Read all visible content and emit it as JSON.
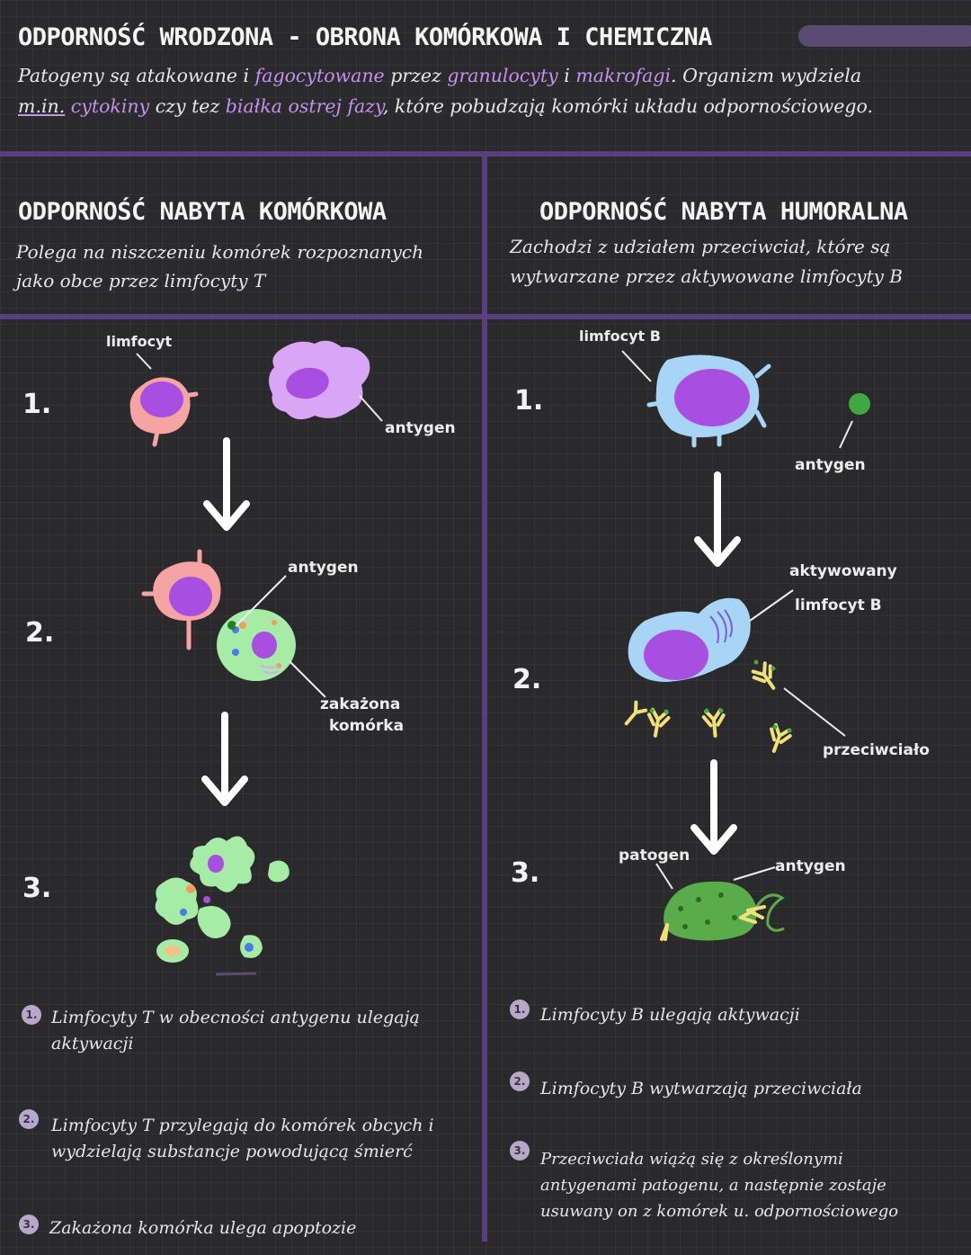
{
  "header": {
    "title": "ODPORNOŚĆ WRODZONA - OBRONA KOMÓRKOWA I CHEMICZNA",
    "line1": {
      "t1": "Patogeny są atakowane i ",
      "h1": "fagocytowane",
      "t2": " przez ",
      "h2": "granulocyty",
      "t3": " i ",
      "h3": "makrofagi",
      "t4": ". Organizm wydziela"
    },
    "line2": {
      "abbr": "m.in.",
      "t1": " ",
      "h1": "cytokiny",
      "t2": " czy tez ",
      "h2": "białka ostrej fazy",
      "t3": ", które pobudzają komórki układu odpornościowego."
    }
  },
  "left": {
    "title": "ODPORNOŚĆ NABYTA KOMÓRKOWA",
    "desc1": "Polega na niszczeniu komórek rozpoznanych",
    "desc2": "jako obce przez limfocyty T",
    "steps": [
      "1.",
      "2.",
      "3."
    ],
    "labels": {
      "limfocyt": "limfocyt",
      "antygen1": "antygen",
      "antygen2": "antygen",
      "zakazona1": "zakażona",
      "zakazona2": "komórka"
    },
    "notes": [
      {
        "num": "1.",
        "l1": "Limfocyty T w obecności antygenu ulegają",
        "l2": "aktywacji"
      },
      {
        "num": "2.",
        "l1": "Limfocyty T przylegają do komórek obcych i",
        "l2": "wydzielają substancje powodującą śmierć"
      },
      {
        "num": "3.",
        "l1": "Zakażona komórka ulega apoptozie",
        "l2": ""
      }
    ]
  },
  "right": {
    "title": "ODPORNOŚĆ NABYTA HUMORALNA",
    "desc1": "Zachodzi z udziałem przeciwciał, które są",
    "desc2": "wytwarzane przez aktywowane limfocyty B",
    "steps": [
      "1.",
      "2.",
      "3."
    ],
    "labels": {
      "limfocytB": "limfocyt B",
      "antygen1": "antygen",
      "aktywowany1": "aktywowany",
      "aktywowany2": "limfocyt B",
      "przeciwcialo": "przeciwciało",
      "patogen": "patogen",
      "antygen2": "antygen"
    },
    "notes": [
      {
        "num": "1.",
        "l1": "Limfocyty B ulegają aktywacji",
        "l2": "",
        "l3": ""
      },
      {
        "num": "2.",
        "l1": "Limfocyty B wytwarzają przeciwciała",
        "l2": "",
        "l3": ""
      },
      {
        "num": "3.",
        "l1": "Przeciwciała wiążą się z określonymi",
        "l2": "antygenami patogenu, a następnie zostaje",
        "l3": "usuwany on z komórek u. odpornościowego"
      }
    ]
  },
  "colors": {
    "background": "#2a2a2c",
    "accent": "#c690ee",
    "divider": "#5a3f7e",
    "t_cell": "#f5a3a3",
    "nucleus": "#a84ee0",
    "b_cell": "#a8d4f5",
    "infected": "#a6eba6",
    "pathogen": "#5aab4a",
    "antibody": "#f0e07a"
  }
}
